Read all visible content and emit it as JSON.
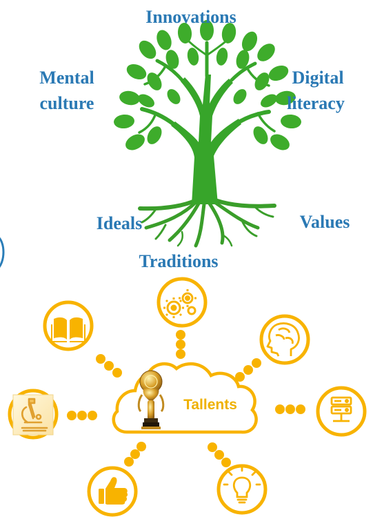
{
  "colors": {
    "label": "#2a79b4",
    "leaf": "#3eac2b",
    "trunk": "#37a52a",
    "hub": "#f8b300",
    "hub_text": "#efb100"
  },
  "tree": {
    "labels": {
      "top": "Innovations",
      "left_line1": "Mental",
      "left_line2": "culture",
      "right_line1": "Digital",
      "right_line2": "literacy",
      "bottom_left": "Ideals",
      "bottom_right": "Values",
      "bottom": "Traditions"
    }
  },
  "hub": {
    "label": "Tallents",
    "center_icon": "trophy-statue-icon",
    "nodes": [
      {
        "icon": "gears-icon"
      },
      {
        "icon": "brain-head-icon"
      },
      {
        "icon": "server-icon"
      },
      {
        "icon": "lightbulb-icon"
      },
      {
        "icon": "thumbs-up-icon"
      },
      {
        "icon": "microscope-icon"
      },
      {
        "icon": "book-icon"
      }
    ]
  }
}
